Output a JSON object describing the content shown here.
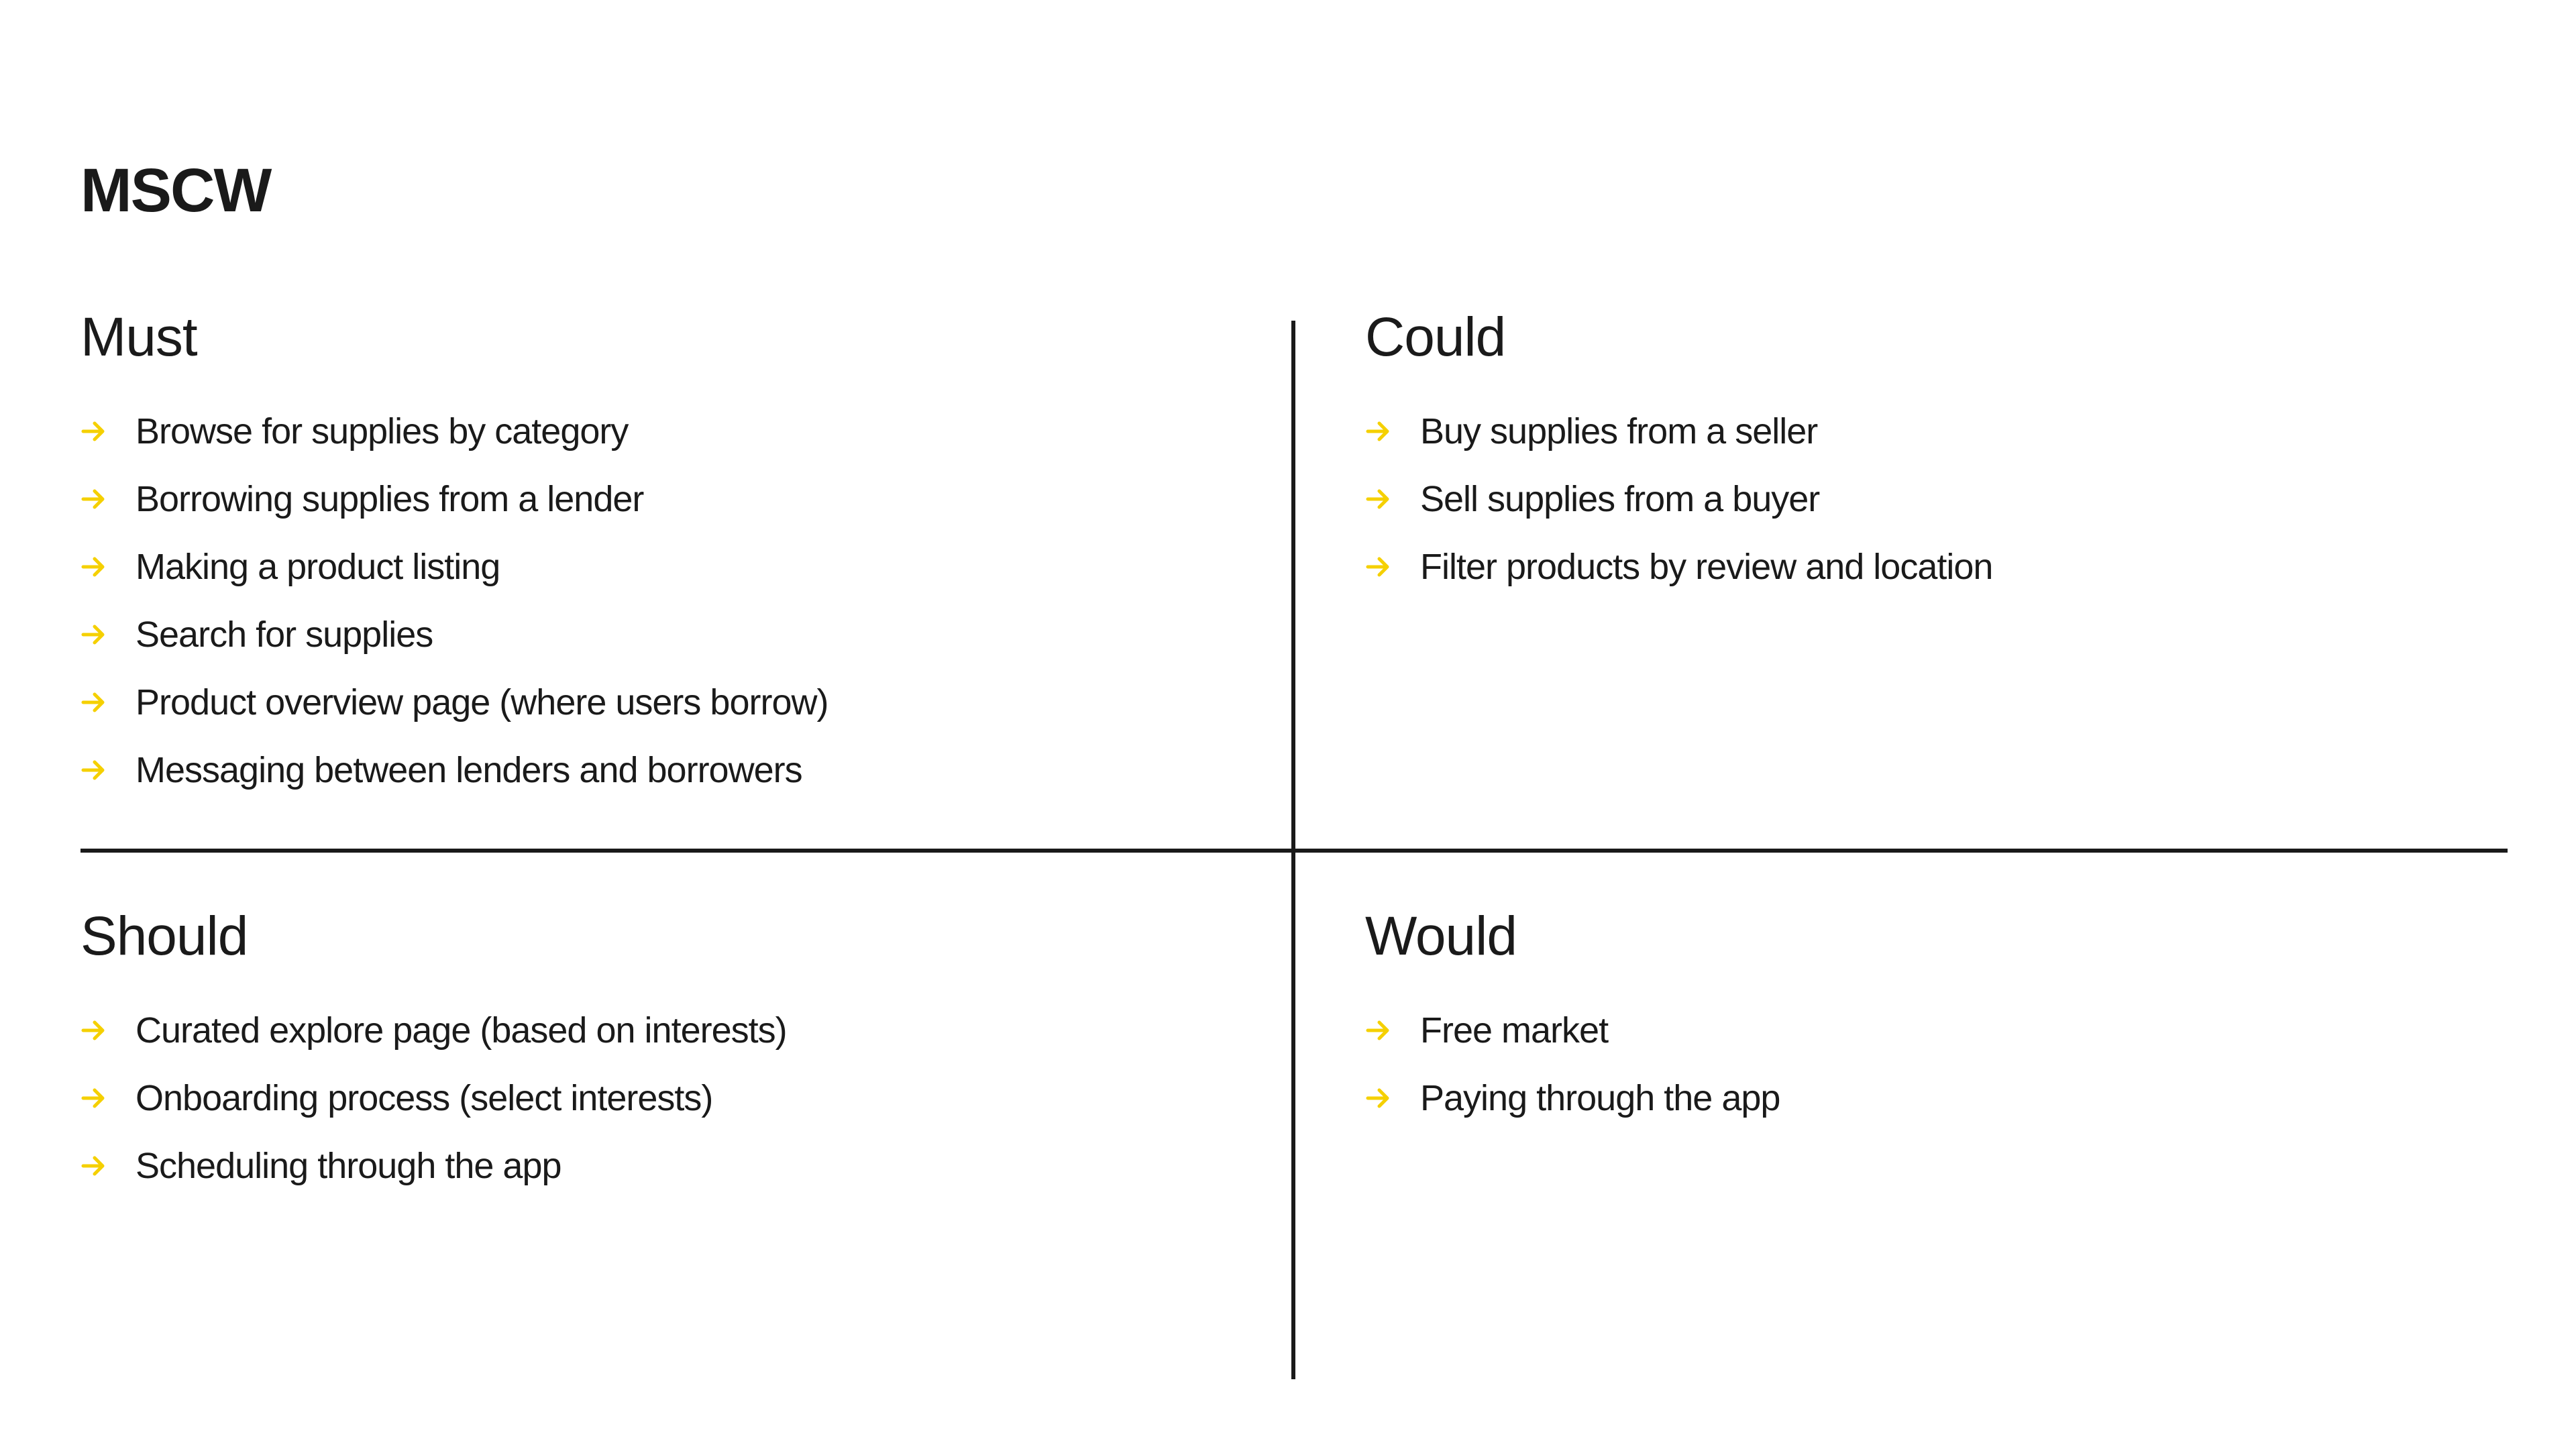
{
  "title": "MSCW",
  "accent_color": "#F5D000",
  "quadrants": {
    "must": {
      "heading": "Must",
      "items": [
        "Browse for supplies by category",
        "Borrowing supplies from a lender",
        "Making a product listing",
        "Search for supplies",
        "Product overview page (where users borrow)",
        "Messaging between lenders and borrowers"
      ]
    },
    "could": {
      "heading": "Could",
      "items": [
        "Buy supplies from a seller",
        "Sell supplies from a buyer",
        "Filter products by review and location"
      ]
    },
    "should": {
      "heading": "Should",
      "items": [
        "Curated explore page (based on interests)",
        "Onboarding process (select interests)",
        "Scheduling through the app"
      ]
    },
    "would": {
      "heading": "Would",
      "items": [
        "Free market",
        "Paying through the app"
      ]
    }
  }
}
